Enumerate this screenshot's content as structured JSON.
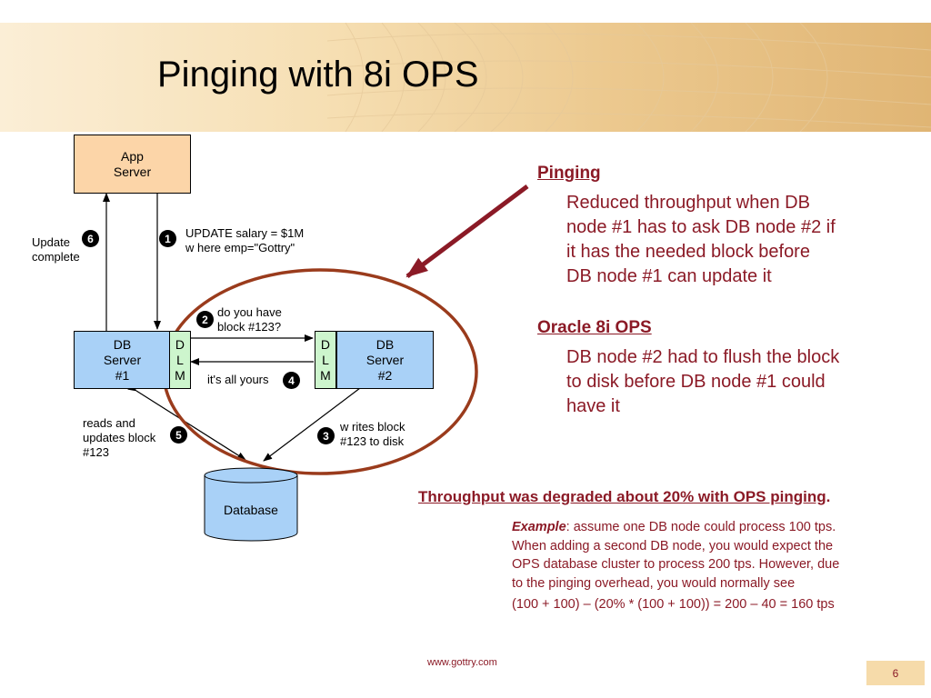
{
  "slide": {
    "title": "Pinging with 8i OPS",
    "footer_url": "www.gottry.com",
    "page_number": "6",
    "accent_color": "#8b1a26"
  },
  "diagram": {
    "app_server": {
      "line1": "App",
      "line2": "Server"
    },
    "db_server_1": {
      "line1": "DB",
      "line2": "Server",
      "line3": "#1"
    },
    "db_server_2": {
      "line1": "DB",
      "line2": "Server",
      "line3": "#2"
    },
    "dlm_1": {
      "l1": "D",
      "l2": "L",
      "l3": "M"
    },
    "dlm_2": {
      "l1": "D",
      "l2": "L",
      "l3": "M"
    },
    "database": "Database",
    "steps": [
      {
        "num": "1",
        "line1": "UPDATE salary = $1M",
        "line2": "w here emp=\"Gottry\""
      },
      {
        "num": "2",
        "line1": "do you have",
        "line2": "block #123?"
      },
      {
        "num": "3",
        "line1": "w rites block",
        "line2": "#123 to disk"
      },
      {
        "num": "4",
        "line1": "it's all yours"
      },
      {
        "num": "5",
        "line1": "reads and",
        "line2": "updates block",
        "line3": "#123"
      },
      {
        "num": "6",
        "line1": "Update",
        "line2": "complete"
      }
    ]
  },
  "notes": {
    "pinging_heading": "Pinging",
    "pinging_lines": [
      "Reduced throughput when DB",
      "node #1 has to ask DB node #2 if",
      "it has the needed block before",
      "DB node #1 can update it"
    ],
    "ops_heading": "Oracle 8i OPS",
    "ops_lines": [
      "DB node #2 had to flush the block",
      "to disk before DB node #1 could",
      "have it"
    ],
    "throughput_text": "Throughput was degraded about 20% with OPS pinging",
    "throughput_period": ".",
    "example_label": "Example",
    "example_lines": [
      ": assume one DB node could process 100 tps.",
      "When adding a second DB node, you would expect the",
      "OPS database cluster to process 200 tps. However, due",
      "to the pinging overhead, you would normally see",
      "(100 + 100) – (20% * (100 + 100)) = 200 – 40 = 160 tps"
    ]
  }
}
